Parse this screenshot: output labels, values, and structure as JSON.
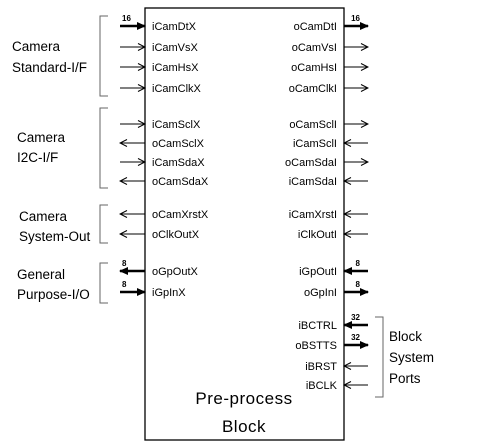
{
  "block": {
    "title_line1": "Pre-process",
    "title_line2": "Block"
  },
  "groups": {
    "camera_standard": {
      "line1": "Camera",
      "line2": "Standard-I/F"
    },
    "camera_i2c": {
      "line1": "Camera",
      "line2": "I2C-I/F"
    },
    "camera_system_out": {
      "line1": "Camera",
      "line2": "System-Out"
    },
    "general_purpose": {
      "line1": "General",
      "line2": "Purpose-I/O"
    },
    "block_system": {
      "line1": "Block",
      "line2": "System",
      "line3": "Ports"
    }
  },
  "left_ports": [
    {
      "label": "iCamDtX",
      "direction": "in",
      "bus": "16"
    },
    {
      "label": "iCamVsX",
      "direction": "in",
      "bus": ""
    },
    {
      "label": "iCamHsX",
      "direction": "in",
      "bus": ""
    },
    {
      "label": "iCamClkX",
      "direction": "in",
      "bus": ""
    },
    {
      "label": "iCamSclX",
      "direction": "in",
      "bus": ""
    },
    {
      "label": "oCamSclX",
      "direction": "out",
      "bus": ""
    },
    {
      "label": "iCamSdaX",
      "direction": "in",
      "bus": ""
    },
    {
      "label": "oCamSdaX",
      "direction": "out",
      "bus": ""
    },
    {
      "label": "oCamXrstX",
      "direction": "out",
      "bus": ""
    },
    {
      "label": "oClkOutX",
      "direction": "out",
      "bus": ""
    },
    {
      "label": "oGpOutX",
      "direction": "out",
      "bus": "8"
    },
    {
      "label": "iGpInX",
      "direction": "in",
      "bus": "8"
    }
  ],
  "right_ports": [
    {
      "label": "oCamDtI",
      "direction": "out",
      "bus": "16"
    },
    {
      "label": "oCamVsI",
      "direction": "out",
      "bus": ""
    },
    {
      "label": "oCamHsI",
      "direction": "out",
      "bus": ""
    },
    {
      "label": "oCamClkI",
      "direction": "out",
      "bus": ""
    },
    {
      "label": "oCamSclI",
      "direction": "out",
      "bus": ""
    },
    {
      "label": "iCamSclI",
      "direction": "in",
      "bus": ""
    },
    {
      "label": "oCamSdaI",
      "direction": "out",
      "bus": ""
    },
    {
      "label": "iCamSdaI",
      "direction": "in",
      "bus": ""
    },
    {
      "label": "iCamXrstI",
      "direction": "in",
      "bus": ""
    },
    {
      "label": "iClkOutI",
      "direction": "in",
      "bus": ""
    },
    {
      "label": "iGpOutI",
      "direction": "in",
      "bus": "8"
    },
    {
      "label": "oGpInI",
      "direction": "out",
      "bus": "8"
    },
    {
      "label": "iBCTRL",
      "direction": "in",
      "bus": "32"
    },
    {
      "label": "oBSTTS",
      "direction": "out",
      "bus": "32"
    },
    {
      "label": "iBRST",
      "direction": "in",
      "bus": ""
    },
    {
      "label": "iBCLK",
      "direction": "in",
      "bus": ""
    }
  ]
}
